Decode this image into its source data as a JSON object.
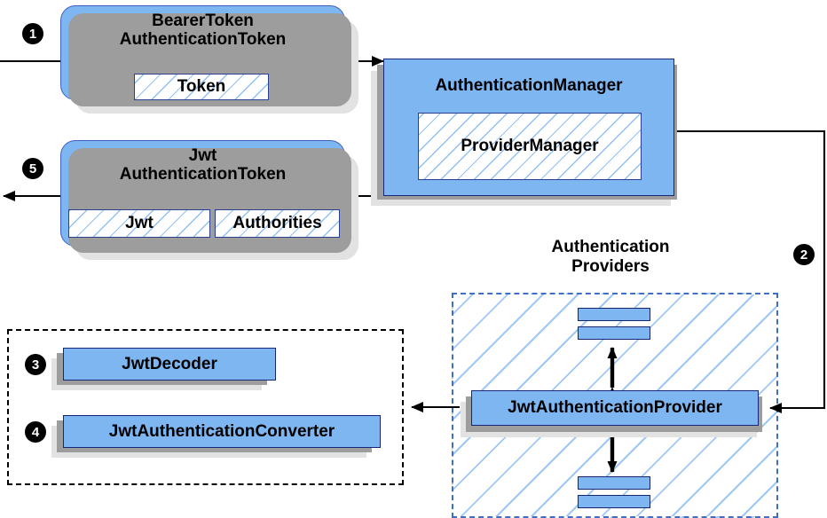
{
  "diagram": {
    "title": "Spring Security JWT Bearer Token Authentication Flow",
    "colors": {
      "box_fill": "#7eb6f2",
      "box_border_navy": "#18267a",
      "box_border_blue": "#3b5fbd",
      "hatch_blue": "#7eb6f2",
      "dashed_container_border": "#3f6fc4",
      "dotted_container_border": "#000000",
      "shadow_dark": "#9d9d9d",
      "shadow_light": "#e2e2e2",
      "badge_fill": "#000000",
      "badge_text": "#ffffff",
      "line": "#000000"
    }
  },
  "nodes": {
    "bearer_token": {
      "title": "BearerToken\nAuthenticationToken",
      "field": "Token"
    },
    "jwt_token": {
      "title": "Jwt\nAuthenticationToken",
      "field_left": "Jwt",
      "field_right": "Authorities"
    },
    "authentication_manager": {
      "title": "AuthenticationManager",
      "field": "ProviderManager"
    },
    "providers_group": {
      "caption": "Authentication\nProviders"
    },
    "jwt_provider": {
      "title": "JwtAuthenticationProvider"
    },
    "jwt_decoder": {
      "title": "JwtDecoder"
    },
    "jwt_converter": {
      "title": "JwtAuthenticationConverter"
    }
  },
  "badges": [
    {
      "id": "step-1",
      "label": "❶",
      "number": "1"
    },
    {
      "id": "step-5",
      "label": "❺",
      "number": "5"
    },
    {
      "id": "step-2",
      "label": "❷",
      "number": "2"
    },
    {
      "id": "step-3",
      "label": "❸",
      "number": "3"
    },
    {
      "id": "step-4",
      "label": "❹",
      "number": "4"
    }
  ]
}
